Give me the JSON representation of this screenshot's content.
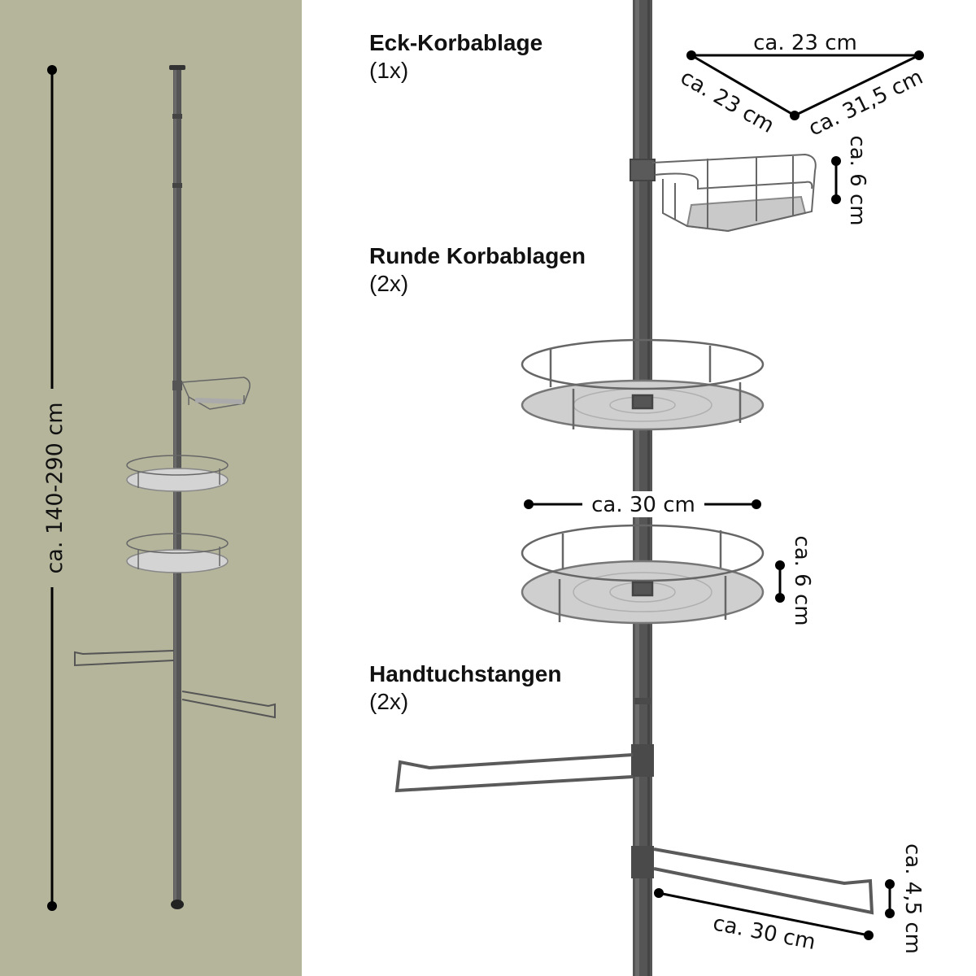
{
  "colors": {
    "left_background": "#b5b59c",
    "right_background": "#ffffff",
    "pole": "#4f4f4f",
    "wire": "#5a5a5a",
    "tray": "#c9c9c9",
    "dimension_line": "#000000"
  },
  "left_panel": {
    "height_label": "ca. 140-290 cm"
  },
  "sections": [
    {
      "title": "Eck-Korbablage",
      "count": "(1x)"
    },
    {
      "title": "Runde Korbablagen",
      "count": "(2x)"
    },
    {
      "title": "Handtuchstangen",
      "count": "(2x)"
    }
  ],
  "dimensions": {
    "corner_top": "ca. 23 cm",
    "corner_left": "ca. 23 cm",
    "corner_right": "ca. 31,5 cm",
    "corner_height": "ca. 6 cm",
    "round_width": "ca. 30 cm",
    "round_height": "ca. 6 cm",
    "towel_length": "ca. 30 cm",
    "towel_height": "ca. 4,5 cm"
  }
}
